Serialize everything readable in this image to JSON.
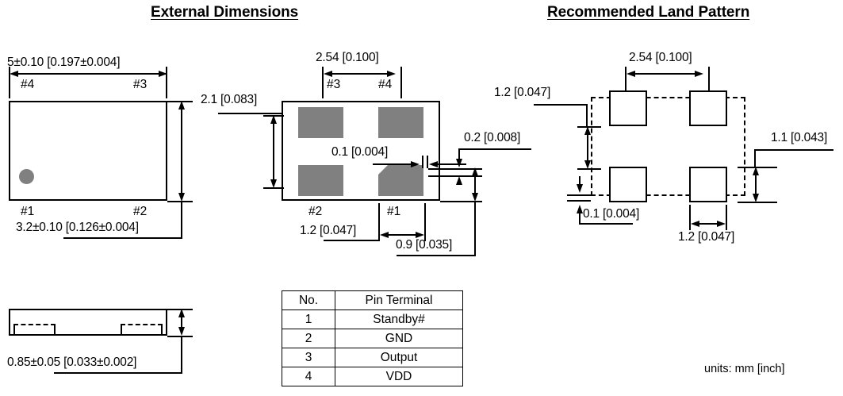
{
  "titles": {
    "external": "External Dimensions",
    "land": "Recommended Land Pattern"
  },
  "units_note": "units:  mm [inch]",
  "colors": {
    "pad_fill": "#808080",
    "line": "#000000",
    "background": "#ffffff"
  },
  "external_view": {
    "top_view": {
      "width_dim": "5±0.10 [0.197±0.004]",
      "height_dim": "3.2±0.10 [0.126±0.004]",
      "pin_labels": {
        "top_left": "#4",
        "top_right": "#3",
        "bottom_left": "#1",
        "bottom_right": "#2"
      },
      "marker": "pin1-dot"
    },
    "side_view": {
      "thickness_dim": "0.85±0.05 [0.033±0.002]"
    },
    "bottom_view": {
      "pad_pitch_dim": "2.54 [0.100]",
      "pad_vertical_dim": "2.1 [0.083]",
      "gap_dim": "0.1 [0.004]",
      "edge_dim": "0.2 [0.008]",
      "pad_offset_dim": "1.2 [0.047]",
      "pad_width_dim": "0.9 [0.035]",
      "pin_labels": {
        "top_left": "#3",
        "top_right": "#4",
        "bottom_left": "#2",
        "bottom_right": "#1"
      }
    }
  },
  "land_pattern": {
    "pad_pitch_dim": "2.54 [0.100]",
    "left_offset_dim": "1.2 [0.047]",
    "bottom_clearance_dim": "0.1 [0.004]",
    "pad_height_dim": "1.1 [0.043]",
    "pad_width_dim": "1.2 [0.047]"
  },
  "pin_table": {
    "headers": [
      "No.",
      "Pin Terminal"
    ],
    "rows": [
      {
        "no": "1",
        "terminal": "Standby#"
      },
      {
        "no": "2",
        "terminal": "GND"
      },
      {
        "no": "3",
        "terminal": "Output"
      },
      {
        "no": "4",
        "terminal": "VDD"
      }
    ]
  }
}
